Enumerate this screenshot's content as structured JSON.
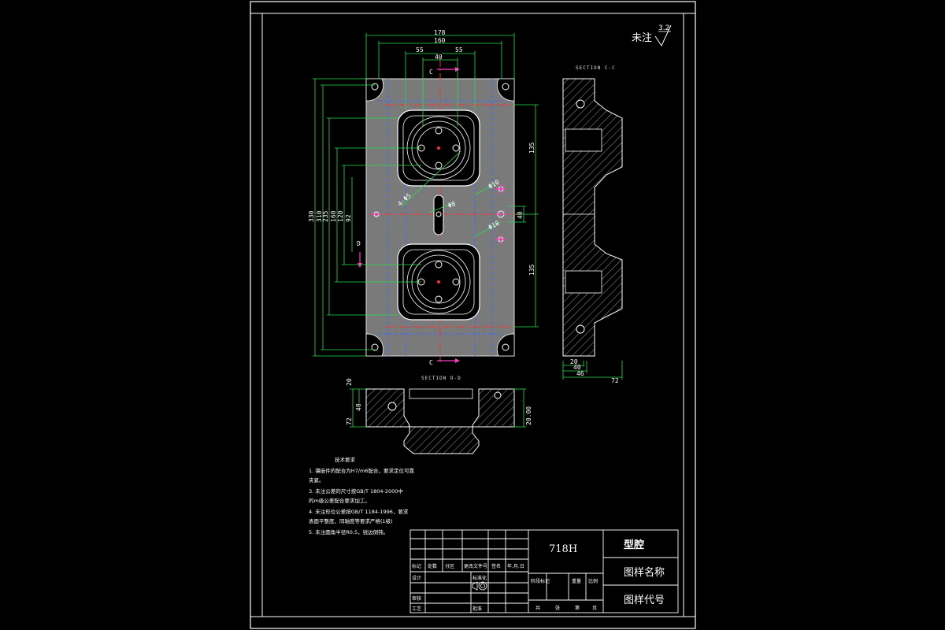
{
  "drawing": {
    "surface_note": "未注",
    "roughness_value": "3.2",
    "section_c_label": "SECTION C-C",
    "section_d_label": "SECTION D-D",
    "cut_labels": {
      "c_top": "C",
      "c_bottom": "C",
      "d_left": "D"
    },
    "dims_top": [
      "178",
      "160",
      "55",
      "55",
      "40"
    ],
    "dims_left": [
      "330",
      "310",
      "235",
      "160",
      "120",
      "92"
    ],
    "dims_right": [
      "135",
      "135",
      "40"
    ],
    "dims_callouts": [
      "4-Φ5",
      "Φ10",
      "Φ8",
      "Φ18"
    ],
    "dims_section_c": [
      "20",
      "40",
      "46",
      "72"
    ],
    "dims_section_d": [
      "20",
      "72",
      "40",
      "20.00"
    ],
    "notes_title": "技术要求",
    "notes": [
      "1. 镶嵌件的配合为H7/m6配合，要求定位可靠",
      "   夹紧。",
      "3. 未注公差的尺寸按GB/T 1804-2000中",
      "   的m级公差配合要求加工。",
      "4. 未注形位公差按GB/T 1184-1996，要求",
      "   表面平整度、同轴度等要求严格(1级)",
      "5. 未注圆角半径R0.5，锐边倒钝。"
    ],
    "title_block": {
      "material": "718H",
      "part_name": "型腔",
      "drawing_name_label": "图样名称",
      "drawing_code_label": "图样代号",
      "row_labels": [
        "标记",
        "处数",
        "分区",
        "更改文件号",
        "签名",
        "年.月.日"
      ],
      "designer": "设计",
      "standardize": "标准化",
      "review": "审核",
      "process": "工艺",
      "approve": "批准",
      "stage_labels": [
        "阶段标记",
        "重量",
        "比例"
      ],
      "sheet_labels": [
        "共",
        "张",
        "第",
        "页"
      ]
    }
  }
}
